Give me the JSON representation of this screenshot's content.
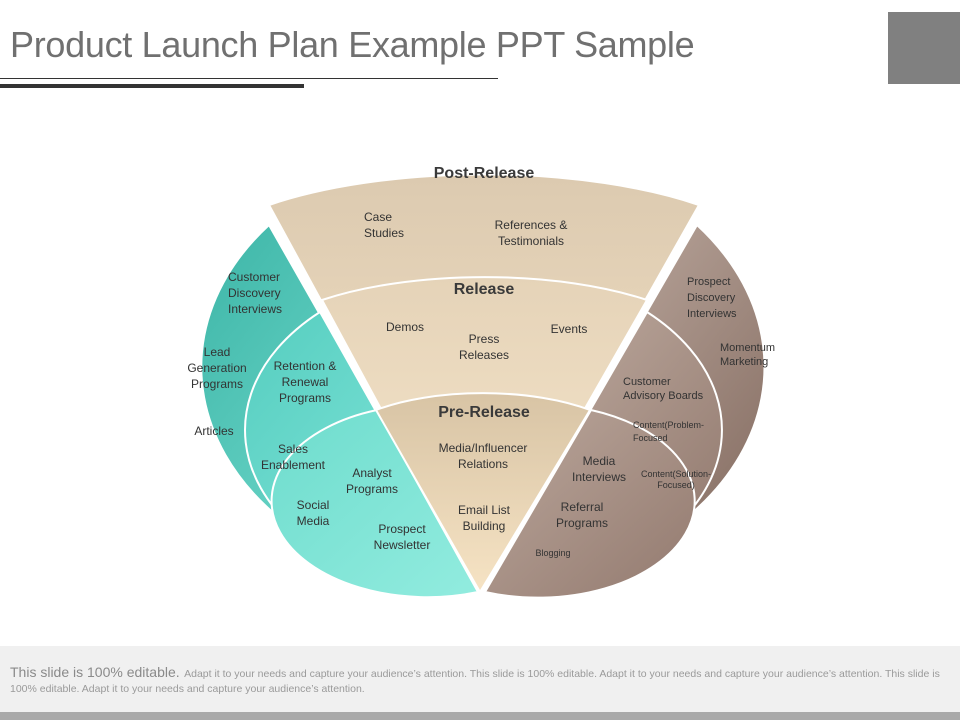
{
  "slide": {
    "title": "Product Launch Plan Example PPT Sample"
  },
  "diagram": {
    "sections": {
      "post_release": "Post-Release",
      "release": "Release",
      "pre_release": "Pre-Release"
    },
    "items": {
      "case_studies": [
        "Case",
        "Studies"
      ],
      "references_testimonials": [
        "References &",
        "Testimonials"
      ],
      "demos": [
        "Demos"
      ],
      "press_releases": [
        "Press",
        "Releases"
      ],
      "events": [
        "Events"
      ],
      "media_influencer_relations": [
        "Media/Influencer",
        "Relations"
      ],
      "email_list_building": [
        "Email List",
        "Building"
      ],
      "customer_discovery_interviews": [
        "Customer",
        "Discovery",
        "Interviews"
      ],
      "lead_generation_programs": [
        "Lead",
        "Generation",
        "Programs"
      ],
      "articles": [
        "Articles"
      ],
      "retention_renewal_programs": [
        "Retention &",
        "Renewal",
        "Programs"
      ],
      "sales_enablement": [
        "Sales",
        "Enablement"
      ],
      "social_media": [
        "Social",
        "Media"
      ],
      "analyst_programs": [
        "Analyst",
        "Programs"
      ],
      "prospect_newsletter": [
        "Prospect",
        "Newsletter"
      ],
      "prospect_discovery_interviews": [
        "Prospect",
        "Discovery",
        "Interviews"
      ],
      "momentum_marketing": [
        "Momentum",
        "Marketing"
      ],
      "customer_advisory_boards": [
        "Customer",
        "Advisory Boards"
      ],
      "content_problem_focused": [
        "Content(Problem-",
        "Focused"
      ],
      "content_solution_focused": [
        "Content(Solution-",
        "Focused)"
      ],
      "media_interviews": [
        "Media",
        "Interviews"
      ],
      "referral_programs": [
        "Referral",
        "Programs"
      ],
      "blogging": [
        "Blogging"
      ]
    }
  },
  "footer": {
    "lead": "This slide is 100% editable.",
    "rest": "Adapt it to your needs and capture your audience’s attention. This slide is 100% editable. Adapt it to your needs and capture your audience’s attention. This slide is 100% editable. Adapt it to your needs and capture your audience’s attention."
  },
  "colors": {
    "teal_light": "#7ee3d4",
    "teal_dark": "#3fb8aa",
    "beige_light": "#f6e6c9",
    "beige_dark": "#d9c6a7",
    "brown_light": "#c2afa4",
    "brown_dark": "#8a7166"
  }
}
